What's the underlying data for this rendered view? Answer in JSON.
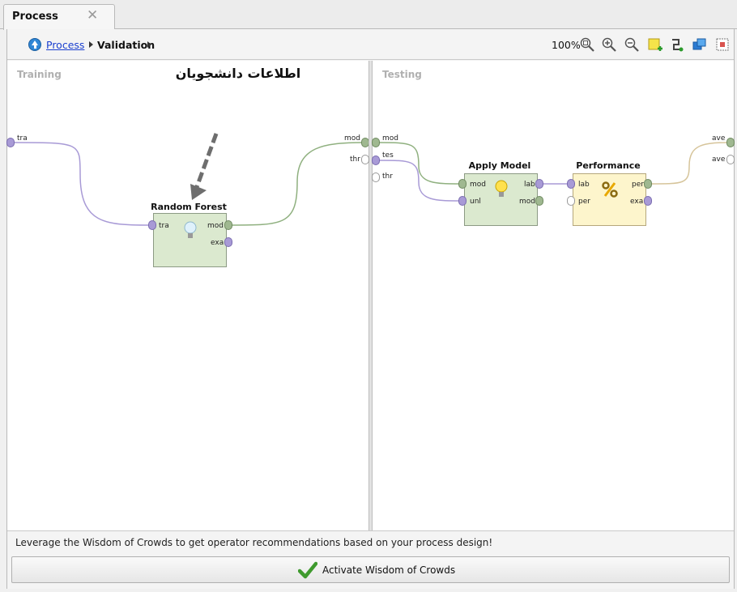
{
  "tab": {
    "title": "Process",
    "close": "✕"
  },
  "breadcrumb": {
    "root": "Process",
    "current": "Validation"
  },
  "toolbar": {
    "zoom": "100%"
  },
  "training": {
    "label": "Training",
    "annotation": "اطلاعات دانشجویان",
    "in_port": "tra",
    "out_port": "mod",
    "operator": {
      "title": "Random Forest",
      "in": "tra",
      "out1": "mod",
      "out2": "exa"
    }
  },
  "testing": {
    "label": "Testing",
    "in_ports": [
      "mod",
      "thr",
      "tes",
      "thr"
    ],
    "out_ports": [
      "ave",
      "ave"
    ],
    "apply_model": {
      "title": "Apply Model",
      "in1": "mod",
      "in2": "unl",
      "out1": "lab",
      "out2": "mod"
    },
    "performance": {
      "title": "Performance",
      "in1": "lab",
      "in2": "per",
      "out1": "per",
      "out2": "exa"
    }
  },
  "footer": {
    "hint": "Leverage the Wisdom of Crowds to get operator recommendations based on your process design!",
    "button": "Activate Wisdom of Crowds"
  },
  "colors": {
    "link": "#1a3fcf",
    "operator_green": "#dbe9cf",
    "operator_yellow": "#fdf5cc",
    "wire_purple": "#a89ad6",
    "wire_green": "#8fb07f",
    "wire_tan": "#d6c49a"
  }
}
